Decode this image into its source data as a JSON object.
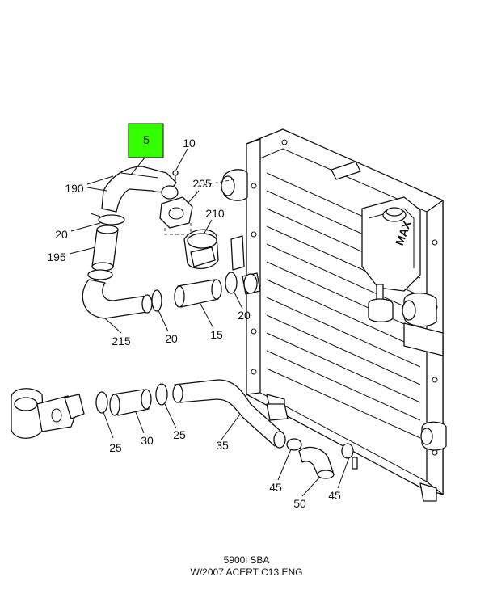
{
  "highlight_color": "#33ff00",
  "callouts": {
    "c5": "5",
    "c10": "10",
    "c190": "190",
    "c205": "205",
    "c210": "210",
    "c20a": "20",
    "c195": "195",
    "c215": "215",
    "c20b": "20",
    "c15": "15",
    "c20c": "20",
    "c25a": "25",
    "c30": "30",
    "c25b": "25",
    "c35": "35",
    "c45a": "45",
    "c50": "50",
    "c45b": "45"
  },
  "caption": {
    "line1": "5900i SBA",
    "line2": "W/2007 ACERT C13 ENG"
  },
  "tank_label": "MAX"
}
